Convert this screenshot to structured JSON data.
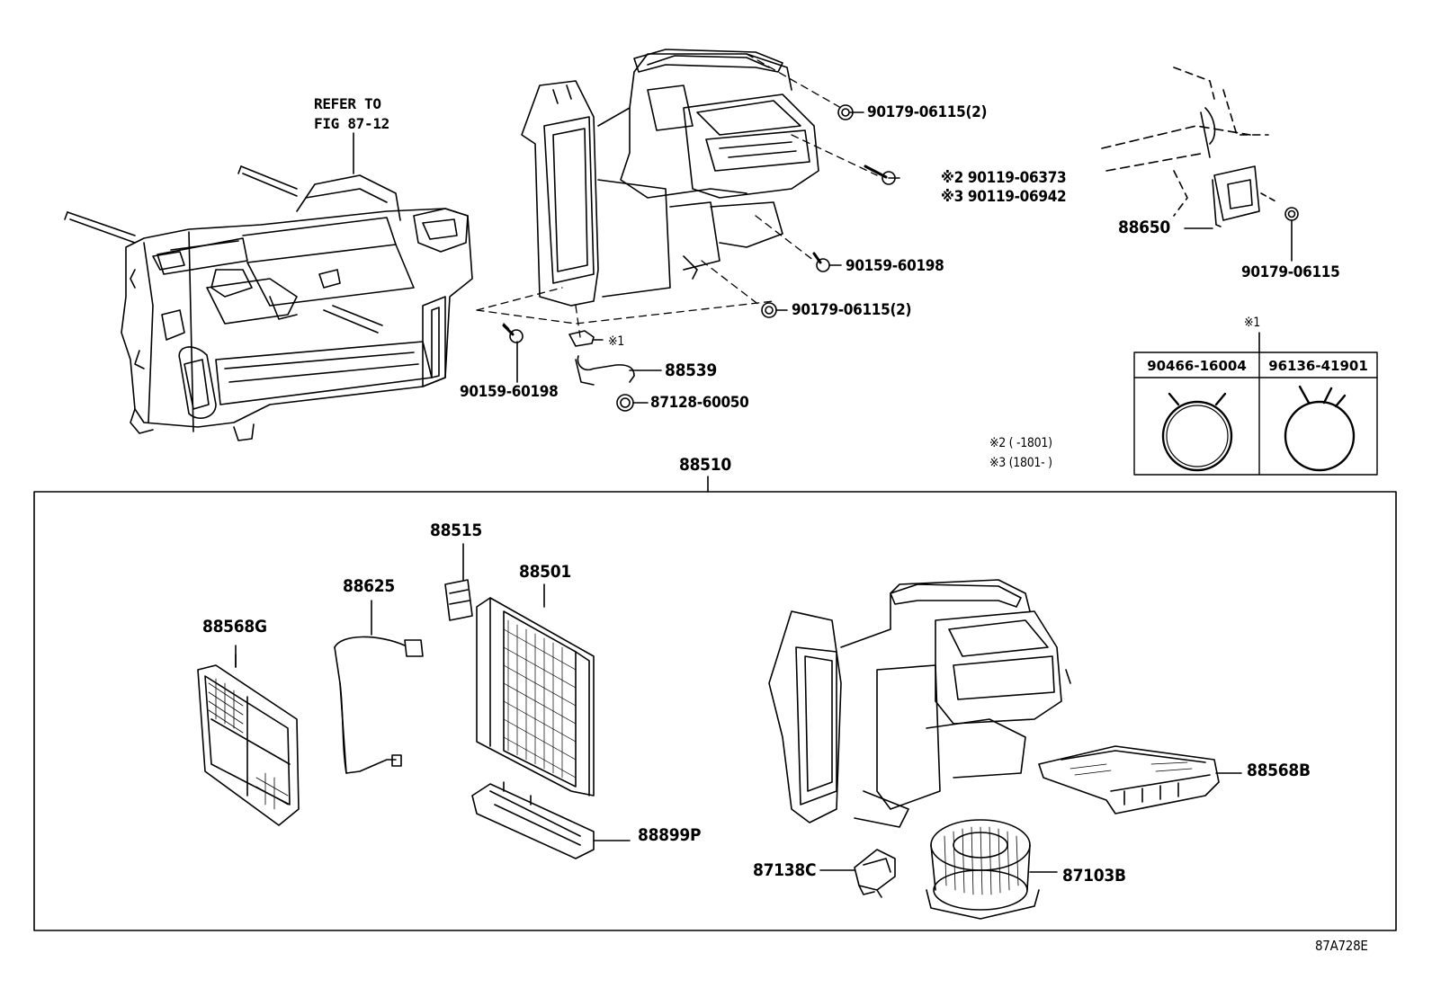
{
  "refer_note": {
    "line1": "REFER TO",
    "line2": "FIG 87-12"
  },
  "callouts": {
    "p90179_top": "90179-06115(2)",
    "p90119_a": "※2 90119-06373",
    "p90119_b": "※3 90119-06942",
    "p90159_right": "90159-60198",
    "p90179_mid": "90179-06115(2)",
    "p90159_left": "90159-60198",
    "clamp_ref": "※1",
    "p88539": "88539",
    "p87128": "87128-60050",
    "p88650": "88650",
    "p90179_single": "90179-06115",
    "assembly": "88510"
  },
  "clamp_table": {
    "title": "※1",
    "col1": "90466-16004",
    "col2": "96136-41901"
  },
  "notes": {
    "n2": "※2 (       -1801)",
    "n3": "※3 (1801-       )"
  },
  "assembly_parts": {
    "p88515": "88515",
    "p88501": "88501",
    "p88625": "88625",
    "p88568G": "88568G",
    "p88899P": "88899P",
    "p88568B": "88568B",
    "p87138C": "87138C",
    "p87103B": "87103B"
  },
  "figure_id": "87A728E"
}
